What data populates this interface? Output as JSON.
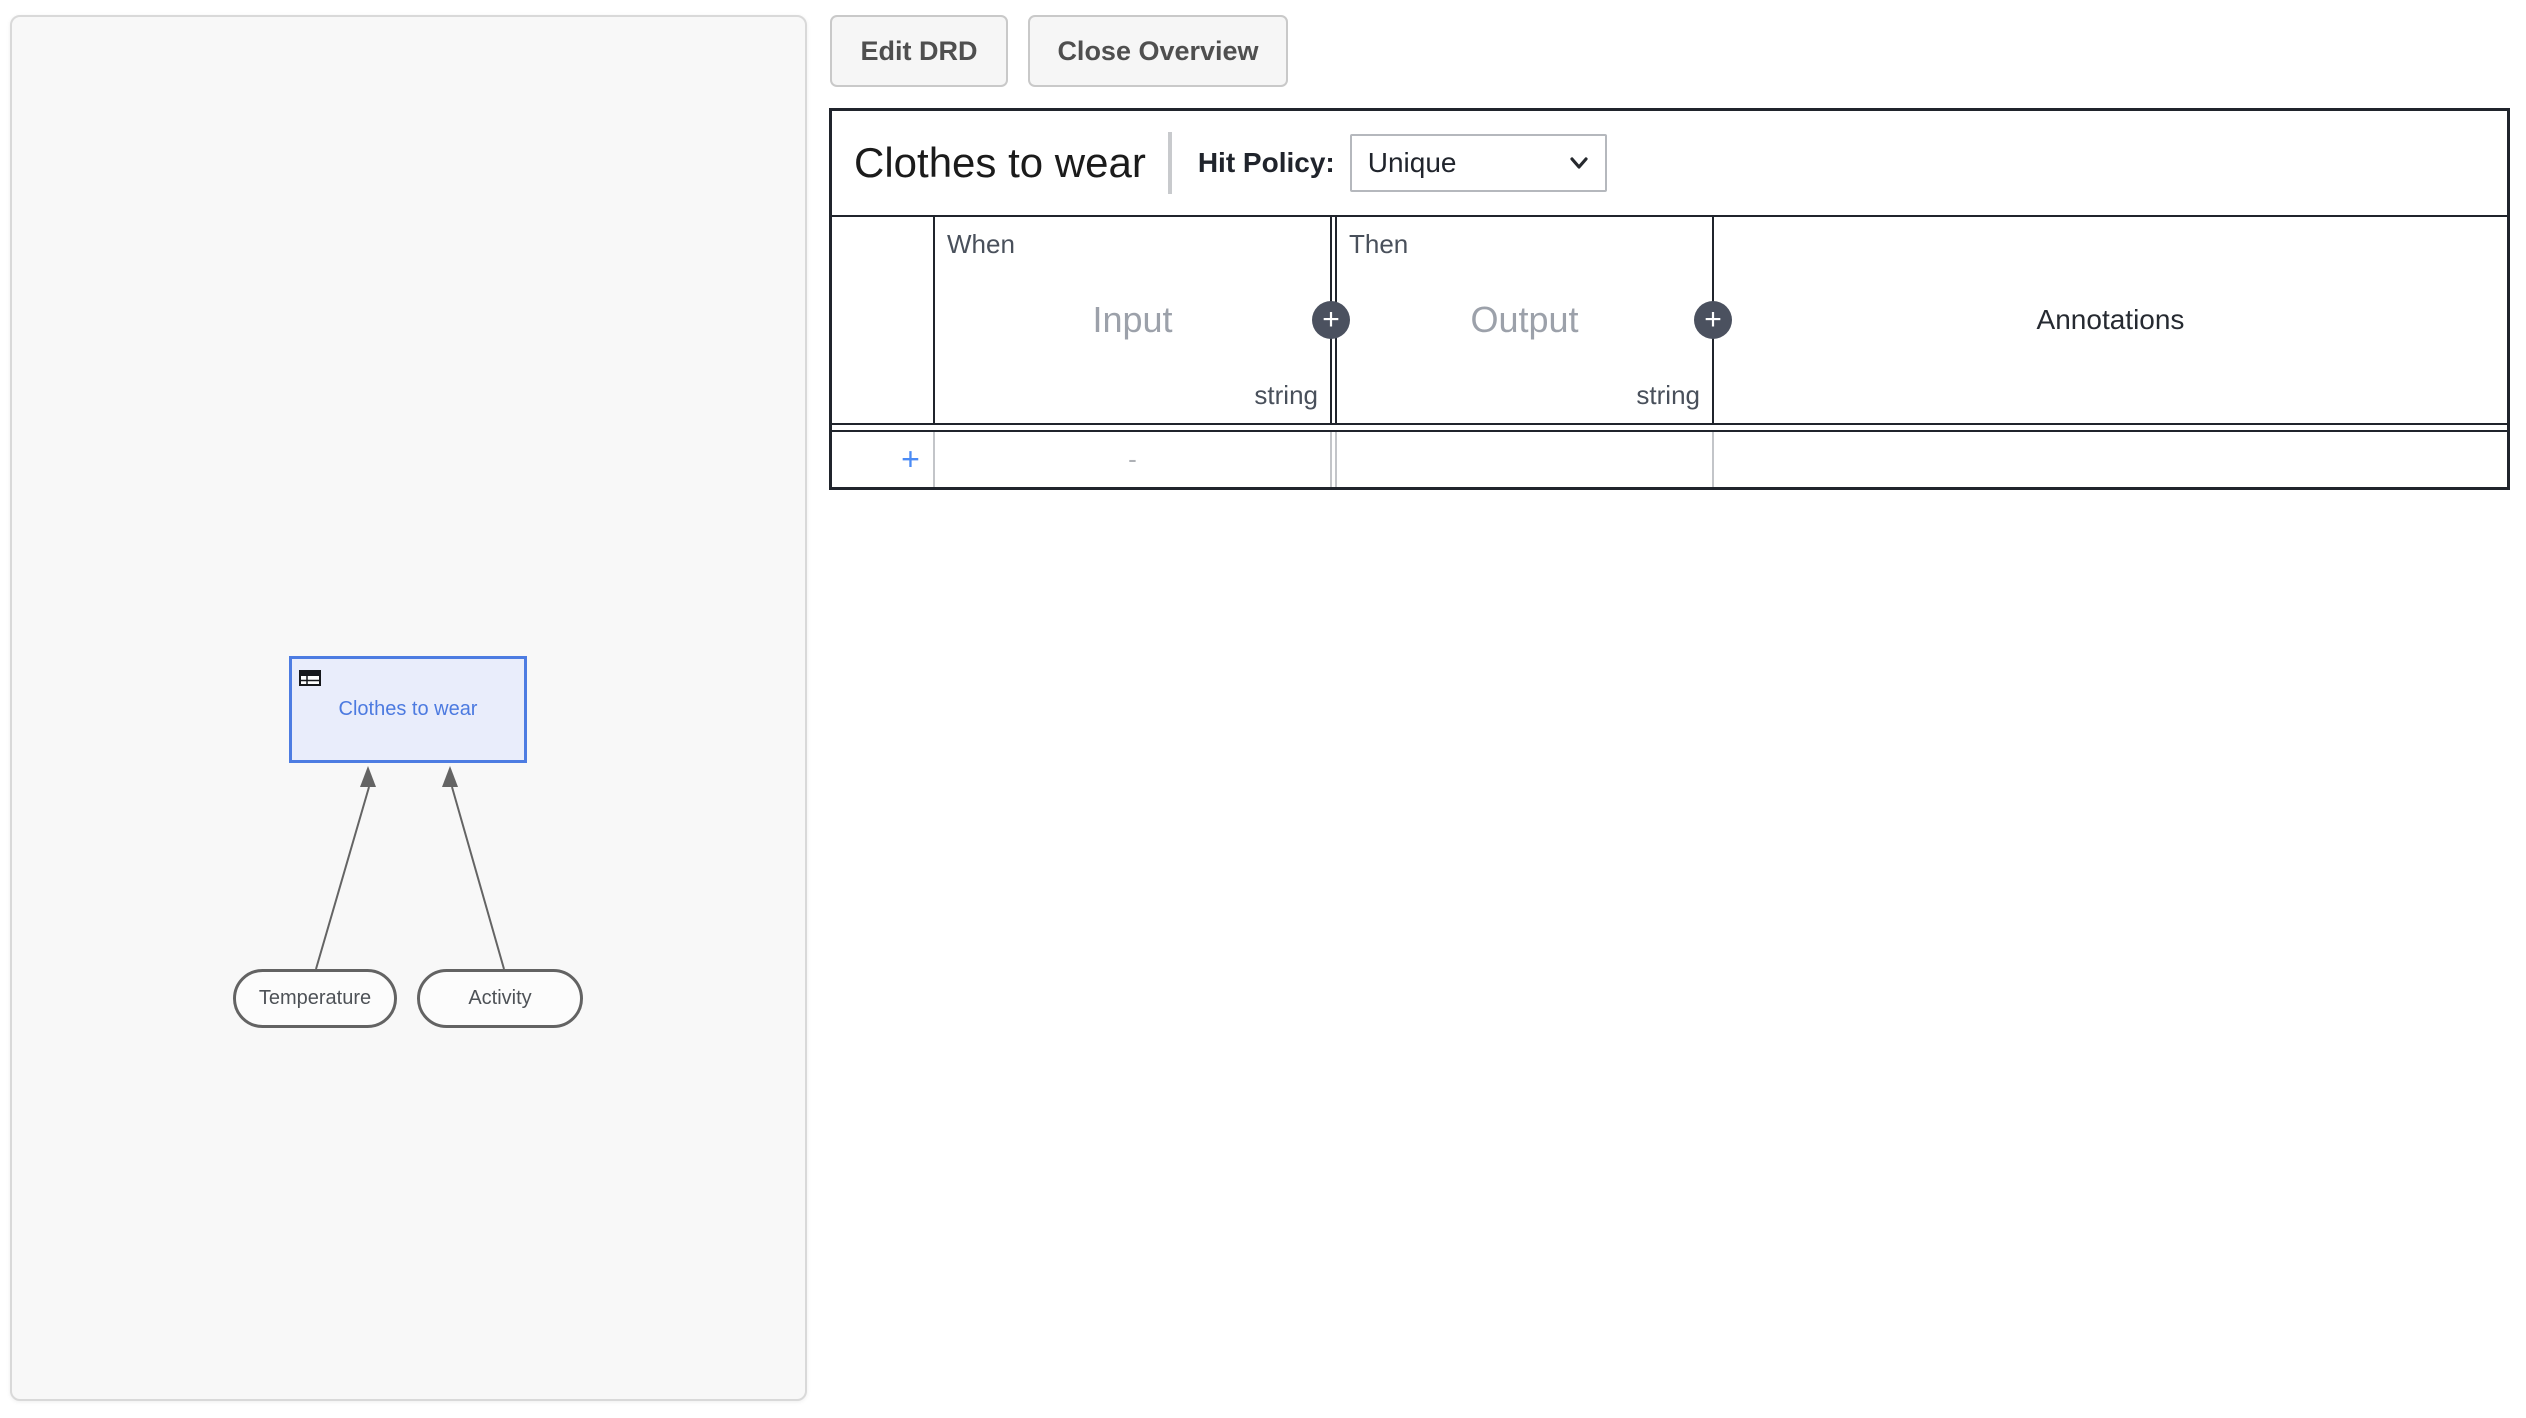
{
  "toolbar": {
    "edit_drd": "Edit DRD",
    "close_overview": "Close Overview"
  },
  "table": {
    "title": "Clothes to wear",
    "hit_policy": {
      "label": "Hit Policy:",
      "value": "Unique"
    },
    "header": {
      "input_rule_label": "When",
      "input_label": "Input",
      "input_type": "string",
      "add_input": "+",
      "output_rule_label": "Then",
      "output_label": "Output",
      "output_type": "string",
      "add_output": "+",
      "annotations_label": "Annotations"
    },
    "body": {
      "add_rule": "+",
      "empty_placeholder": "-"
    }
  },
  "drd": {
    "decision": {
      "label": "Clothes to wear"
    },
    "inputs": [
      {
        "label": "Temperature"
      },
      {
        "label": "Activity"
      }
    ]
  },
  "colors": {
    "decision_border": "#4d7ce2",
    "decision_fill": "#e9edfb",
    "add_rule_accent": "#4b8bf5",
    "add_col_circle": "#4b515f",
    "table_border": "#20242c"
  }
}
